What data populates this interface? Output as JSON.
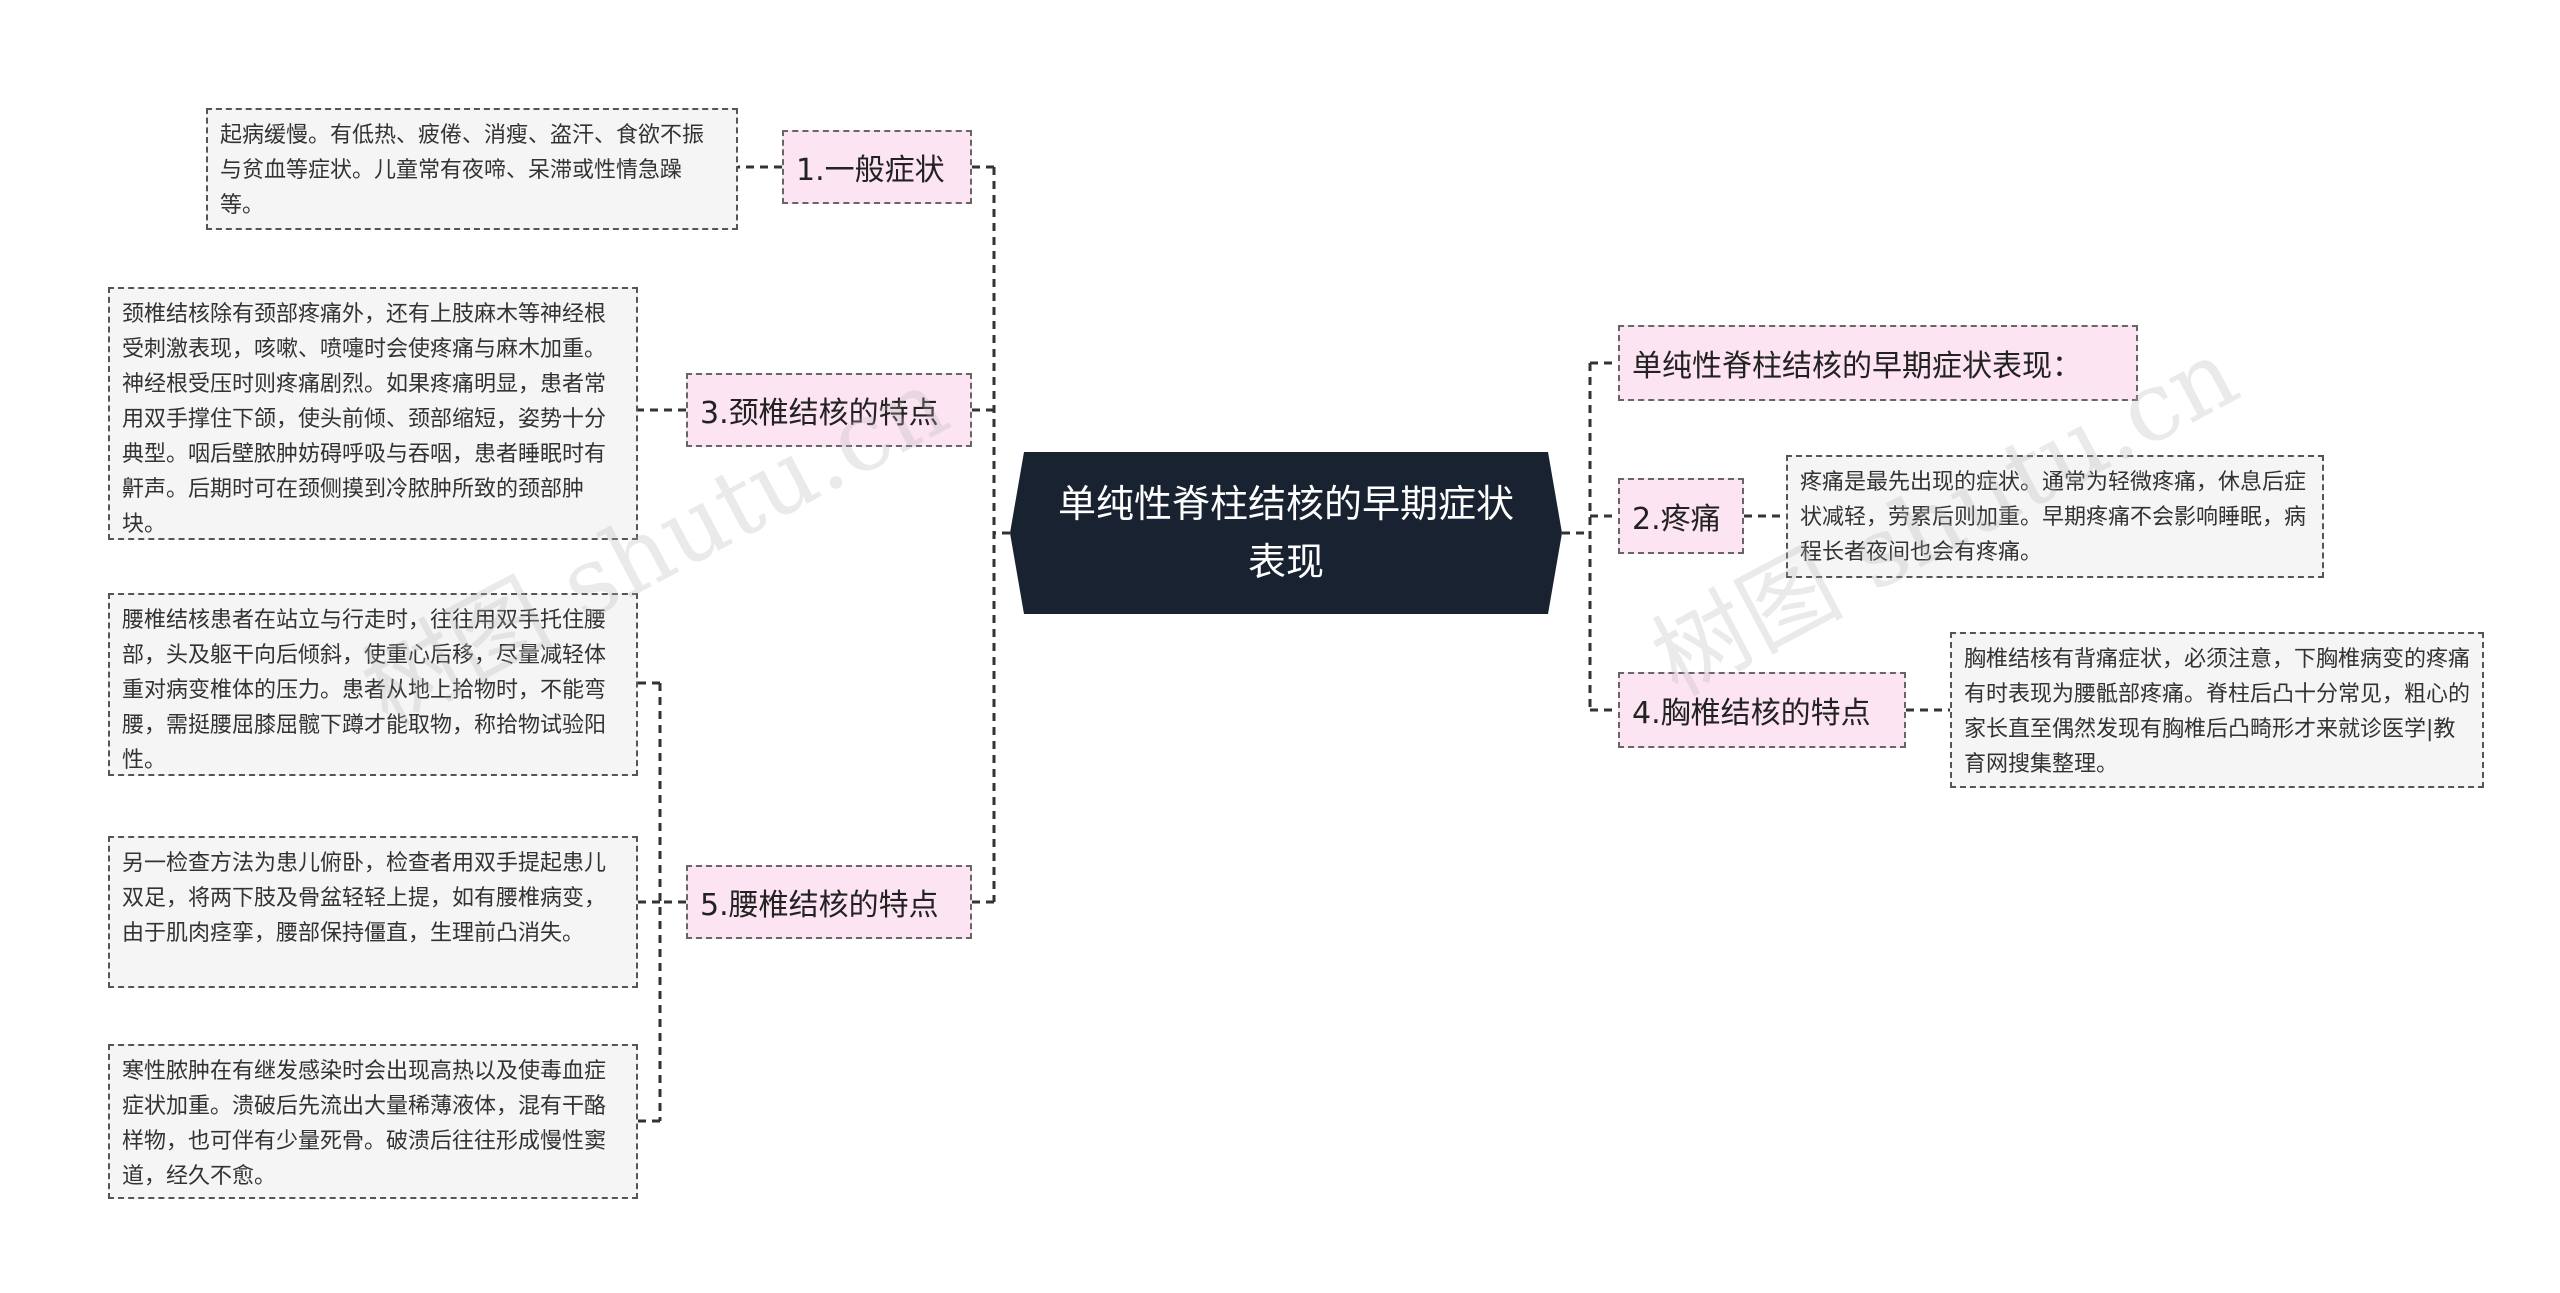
{
  "center": {
    "title": "单纯性脊柱结核的早期症状表现"
  },
  "branches": {
    "b1": {
      "label": "1.一般症状"
    },
    "b3": {
      "label": "3.颈椎结核的特点"
    },
    "b5": {
      "label": "5.腰椎结核的特点"
    },
    "r0": {
      "label": "单纯性脊柱结核的早期症状表现："
    },
    "b2": {
      "label": "2.疼痛"
    },
    "b4": {
      "label": "4.胸椎结核的特点"
    }
  },
  "leaves": {
    "l1": "起病缓慢。有低热、疲倦、消瘦、盗汗、食欲不振与贫血等症状。儿童常有夜啼、呆滞或性情急躁等。",
    "l3": "颈椎结核除有颈部疼痛外，还有上肢麻木等神经根受刺激表现，咳嗽、喷嚏时会使疼痛与麻木加重。神经根受压时则疼痛剧烈。如果疼痛明显，患者常用双手撑住下颌，使头前倾、颈部缩短，姿势十分典型。咽后壁脓肿妨碍呼吸与吞咽，患者睡眠时有鼾声。后期时可在颈侧摸到冷脓肿所致的颈部肿块。",
    "l5a": "腰椎结核患者在站立与行走时，往往用双手托住腰部，头及躯干向后倾斜，使重心后移，尽量减轻体重对病变椎体的压力。患者从地上拾物时，不能弯腰，需挺腰屈膝屈髋下蹲才能取物，称拾物试验阳性。",
    "l5b": "另一检查方法为患儿俯卧，检查者用双手提起患儿双足，将两下肢及骨盆轻轻上提，如有腰椎病变，由于肌肉痉挛，腰部保持僵直，生理前凸消失。",
    "l5c": "寒性脓肿在有继发感染时会出现高热以及使毒血症症状加重。溃破后先流出大量稀薄液体，混有干酪样物，也可伴有少量死骨。破溃后往往形成慢性窦道，经久不愈。",
    "l2": "疼痛是最先出现的症状。通常为轻微疼痛，休息后症状减轻，劳累后则加重。早期疼痛不会影响睡眠，病程长者夜间也会有疼痛。",
    "l4": "胸椎结核有背痛症状，必须注意，下胸椎病变的疼痛有时表现为腰骶部疼痛。脊柱后凸十分常见，粗心的家长直至偶然发现有胸椎后凸畸形才来就诊医学|教育网搜集整理。"
  },
  "watermarks": [
    "树图 shutu.cn",
    "树图 shutu.cn"
  ],
  "colors": {
    "center_bg": "#182231",
    "branch_bg": "#fce4f2",
    "leaf_bg": "#f5f5f5",
    "line": "#333333"
  }
}
